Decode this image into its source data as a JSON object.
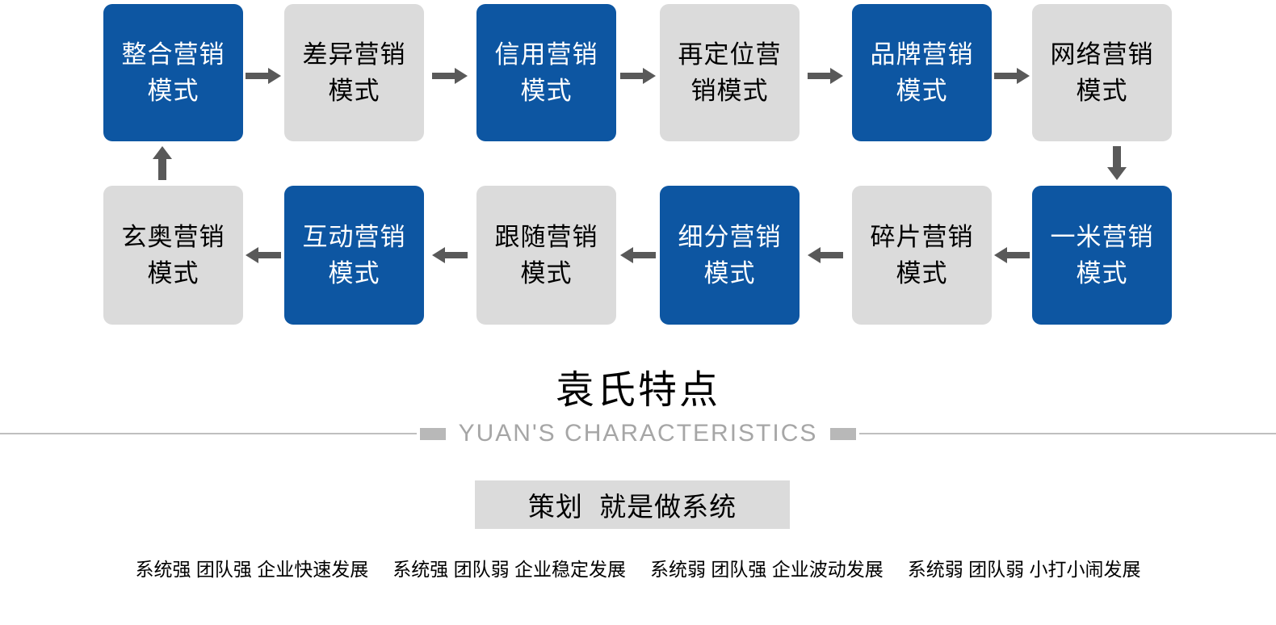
{
  "colors": {
    "accent_blue": "#0d56a2",
    "box_gray": "#dbdbdb",
    "arrow_gray": "#595959",
    "divider_gray": "#bfbfbf",
    "subtitle_gray": "#a6a6a6",
    "text_black": "#000000"
  },
  "flowchart": {
    "row1": [
      {
        "label": "整合营销\n模式",
        "variant": "blue"
      },
      {
        "label": "差异营销\n模式",
        "variant": "gray"
      },
      {
        "label": "信用营销\n模式",
        "variant": "blue"
      },
      {
        "label": "再定位营\n销模式",
        "variant": "gray"
      },
      {
        "label": "品牌营销\n模式",
        "variant": "blue"
      },
      {
        "label": "网络营销\n模式",
        "variant": "gray"
      }
    ],
    "row2": [
      {
        "label": "玄奥营销\n模式",
        "variant": "gray"
      },
      {
        "label": "互动营销\n模式",
        "variant": "blue"
      },
      {
        "label": "跟随营销\n模式",
        "variant": "gray"
      },
      {
        "label": "细分营销\n模式",
        "variant": "blue"
      },
      {
        "label": "碎片营销\n模式",
        "variant": "gray"
      },
      {
        "label": "一米营销\n模式",
        "variant": "blue"
      }
    ]
  },
  "header": {
    "title": "袁氏特点",
    "subtitle": "YUAN'S CHARACTERISTICS"
  },
  "banner": {
    "text": "策划  就是做系统"
  },
  "captions": [
    "系统强 团队强 企业快速发展",
    "系统强 团队弱 企业稳定发展",
    "系统弱 团队强 企业波动发展",
    "系统弱 团队弱 小打小闹发展"
  ]
}
